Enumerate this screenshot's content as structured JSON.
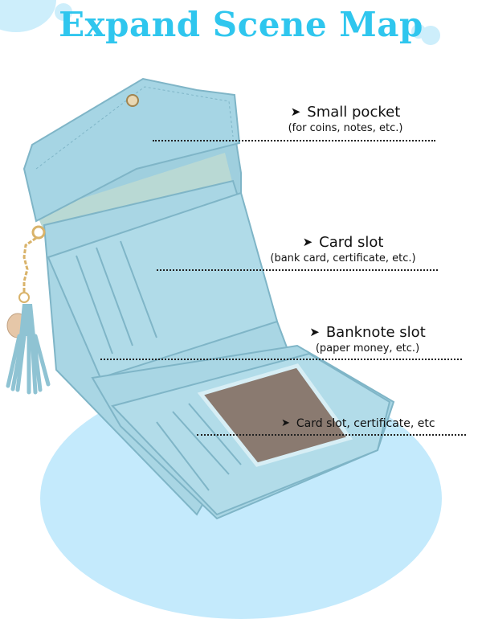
{
  "title": "Expand Scene Map",
  "arrow_glyph": "➤",
  "callouts": [
    {
      "main": "Small pocket",
      "sub": "(for coins, notes, etc.)"
    },
    {
      "main": "Card slot",
      "sub": "(bank card, certificate, etc.)"
    },
    {
      "main": "Banknote slot",
      "sub": "(paper money, etc.)"
    },
    {
      "main": "Card slot, certificate, etc",
      "sub": ""
    }
  ],
  "colors": {
    "title": "#2fc6ee",
    "wallet": "#a9d6e4",
    "wallet_dark": "#7fb5c7",
    "window": "#8a7a70",
    "background_blob": "#c4eafc",
    "tassel": "#8fc3d3",
    "chain": "#d9b36a"
  }
}
